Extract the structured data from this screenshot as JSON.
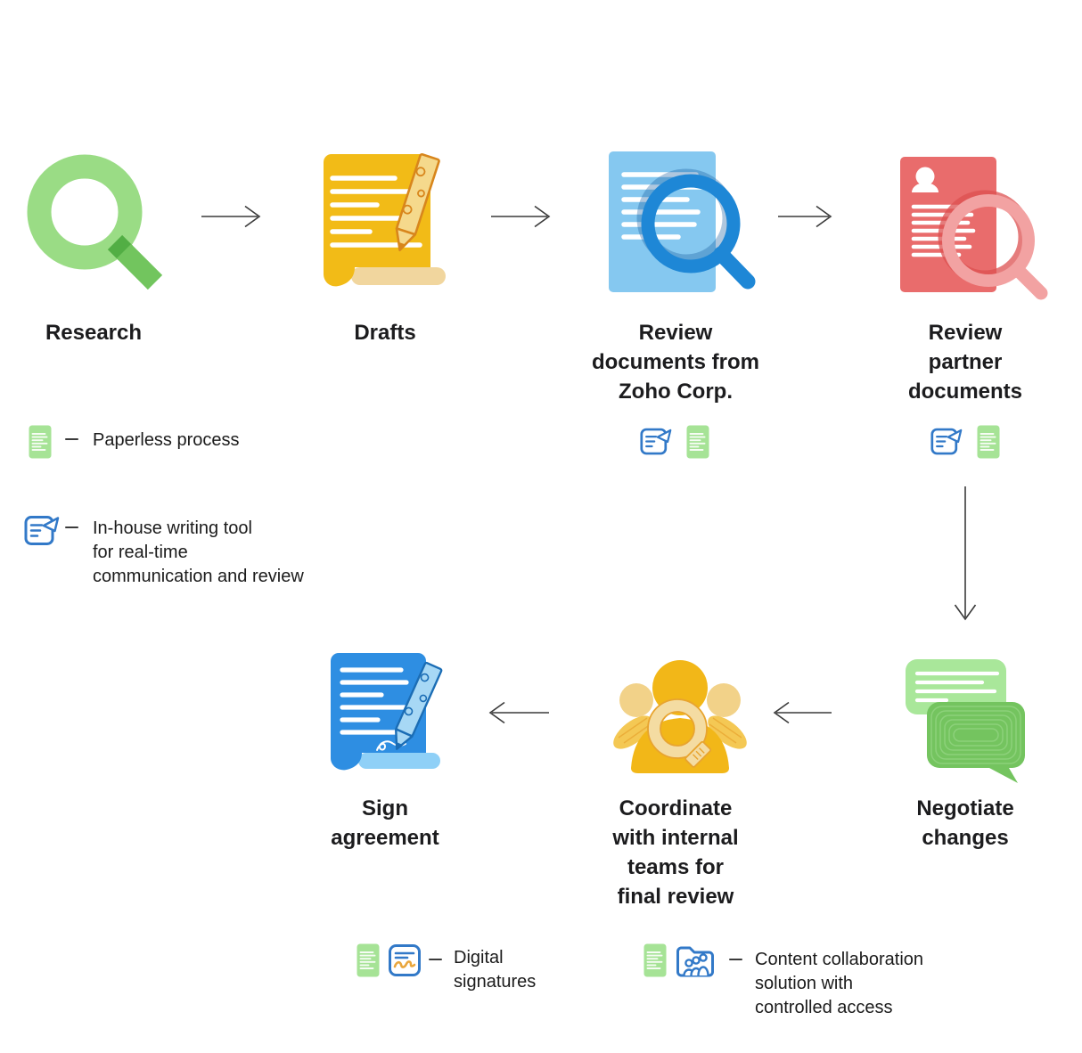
{
  "steps": [
    {
      "name": "research",
      "label": "Research",
      "icon": "green-magnifier-icon"
    },
    {
      "name": "drafts",
      "label": "Drafts",
      "icon": "yellow-document-pen-icon"
    },
    {
      "name": "review-zoho",
      "label": "Review\ndocuments from\nZoho Corp.",
      "icon": "blue-document-magnifier-icon",
      "badges": [
        "writer-tool-icon",
        "paperless-document-icon"
      ]
    },
    {
      "name": "review-partner",
      "label": "Review\npartner\ndocuments",
      "icon": "red-profile-magnifier-icon",
      "badges": [
        "writer-tool-icon",
        "paperless-document-icon"
      ]
    },
    {
      "name": "negotiate",
      "label": "Negotiate\nchanges",
      "icon": "green-chat-bubbles-icon"
    },
    {
      "name": "coordinate",
      "label": "Coordinate\nwith internal\nteams for\nfinal review",
      "icon": "yellow-team-magnifier-icon"
    },
    {
      "name": "sign",
      "label": "Sign\nagreement",
      "icon": "blue-document-signature-icon"
    }
  ],
  "legend": [
    {
      "icons": [
        "paperless-document-icon"
      ],
      "text": "Paperless process"
    },
    {
      "icons": [
        "writer-tool-icon"
      ],
      "text": "In-house writing tool\nfor real-time\ncommunication and review"
    },
    {
      "icons": [
        "paperless-document-icon",
        "digital-signature-icon"
      ],
      "text": "Digital\nsignatures"
    },
    {
      "icons": [
        "paperless-document-icon",
        "content-collaboration-folder-icon"
      ],
      "text": "Content collaboration\nsolution with\ncontrolled access"
    }
  ],
  "colors": {
    "magnifier_green": "#9ADC85",
    "magnifier_green_handle": "#72C55E",
    "doc_yellow": "#F2BB17",
    "doc_yellow_curl": "#F1D69E",
    "pen_outline_orange": "#D8861C",
    "doc_blue_light": "#85C8F0",
    "magnifier_blue": "#1E87D6",
    "doc_red": "#E96C6C",
    "magnifier_pink": "#F2A2A2",
    "bubble_green_light": "#A9E79A",
    "bubble_green_dark": "#74C45F",
    "team_yellow": "#F2B718",
    "team_yellow_light": "#F2D289",
    "doc_blue_dark": "#2E8EE2",
    "doc_blue_dark_curl": "#8FD0F7",
    "legend_green": "#A6E396",
    "legend_blue": "#3279C8",
    "signature_orange": "#E9A63C",
    "text": "#1C1C1E",
    "arrow": "#3A3A3A"
  }
}
